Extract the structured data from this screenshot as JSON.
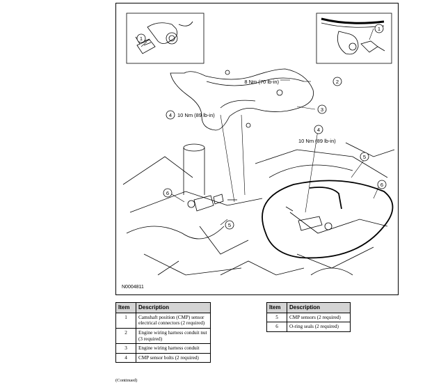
{
  "figure": {
    "id": "N0004811",
    "callouts": {
      "c1a": "1",
      "c1b": "1",
      "c2": "2",
      "c3": "3",
      "c4a": "4",
      "c4b": "4",
      "c5a": "5",
      "c5b": "5",
      "c6a": "6",
      "c6b": "6"
    },
    "torque": {
      "t2": "8 Nm (70 lb-in)",
      "t4a": "10 Nm (89 lb-in)",
      "t4b": "10 Nm (89 lb-in)"
    }
  },
  "legend_left": {
    "headers": {
      "item": "Item",
      "description": "Description"
    },
    "rows": [
      {
        "item": "1",
        "description": "Camshaft position (CMP) sensor electrical connectors (2 required)"
      },
      {
        "item": "2",
        "description": "Engine wiring harness conduit nut (3 required)"
      },
      {
        "item": "3",
        "description": "Engine wiring harness conduit"
      },
      {
        "item": "4",
        "description": "CMP sensor bolts (2 required)"
      }
    ]
  },
  "legend_right": {
    "headers": {
      "item": "Item",
      "description": "Description"
    },
    "rows": [
      {
        "item": "5",
        "description": "CMP sensors (2 required)"
      },
      {
        "item": "6",
        "description": "O-ring seals (2 required)"
      }
    ]
  },
  "footer": {
    "continued": "(Continued)"
  }
}
